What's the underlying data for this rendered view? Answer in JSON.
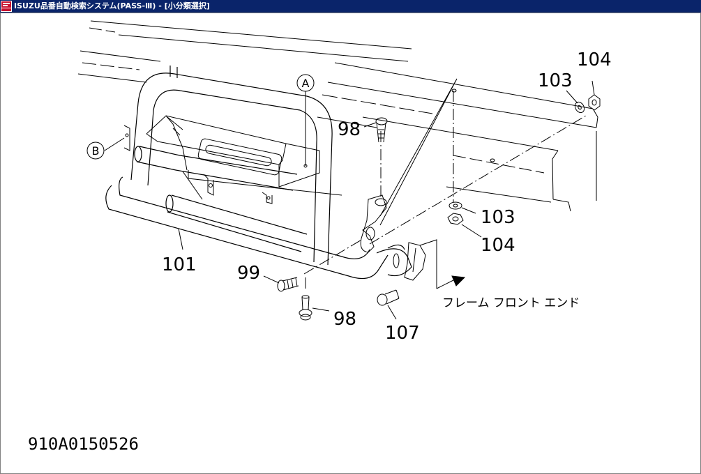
{
  "window": {
    "title": "ISUZU品番自動検索システム(PASS-Ⅲ) - [小分類選択]"
  },
  "diagram": {
    "callouts": {
      "c104_top": "104",
      "c103_top": "103",
      "c98_top": "98",
      "c103_right": "103",
      "c104_right": "104",
      "c101": "101",
      "c99": "99",
      "c98_bottom": "98",
      "c107": "107"
    },
    "circled": {
      "a": "A",
      "b": "B"
    },
    "annotation": "フレーム  フロント  エンド",
    "drawing_number": "910A0150526"
  },
  "colors": {
    "titlebar": "#0a246a",
    "icon": "#c8102e",
    "line": "#000000"
  }
}
